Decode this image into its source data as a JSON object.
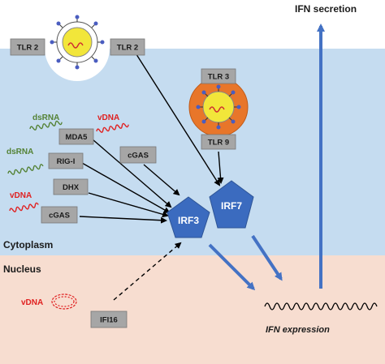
{
  "header": {
    "ifn_secretion": "IFN secretion"
  },
  "compartments": {
    "cytoplasm": "Cytoplasm",
    "nucleus": "Nucleus"
  },
  "receptors": {
    "tlr2_left": "TLR 2",
    "tlr2_right": "TLR 2",
    "tlr3": "TLR 3",
    "tlr9": "TLR 9",
    "mda5": "MDA5",
    "rig_i": "RIG-I",
    "dhx": "DHX",
    "cgas_left": "cGAS",
    "cgas_center": "cGAS",
    "ifi16": "IFI16"
  },
  "nucleic_acids": {
    "dsrna_top": "dsRNA",
    "dsrna_mid": "dsRNA",
    "vdna_top": "vDNA",
    "vdna_left": "vDNA",
    "vdna_nucleus": "vDNA"
  },
  "transcription_factors": {
    "irf3": "IRF3",
    "irf7": "IRF7"
  },
  "gene": {
    "ifn_expression": "IFN expression"
  },
  "colors": {
    "cytoplasm": "#c5dcf0",
    "nucleus": "#f7ddd0",
    "receptor_box": "#a6a6a6",
    "irf": "#3b6bbf",
    "arrow_blue": "#4472c4",
    "dsrna_green": "#548235",
    "vdna_red": "#e02020",
    "endosome_orange": "#e8762a",
    "virus_core": "#f2e63a"
  }
}
